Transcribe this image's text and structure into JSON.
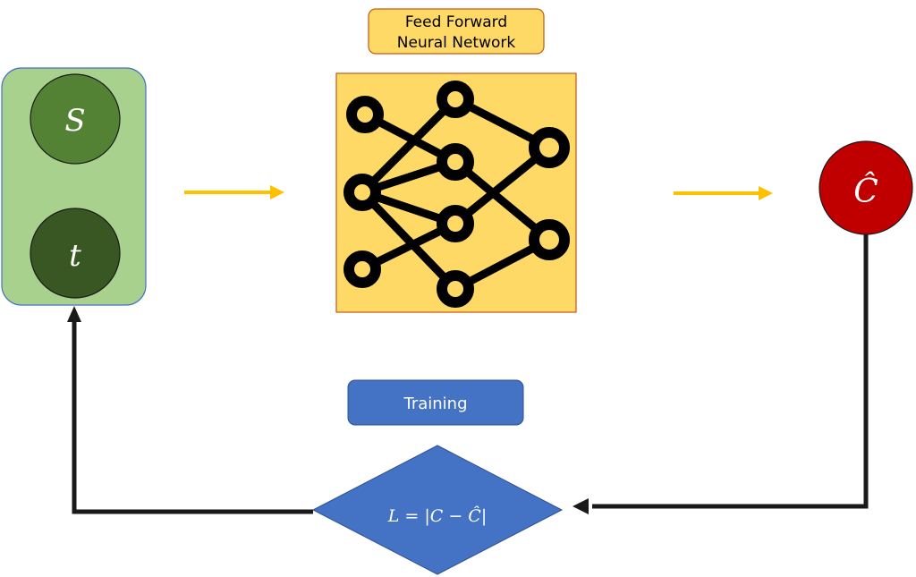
{
  "input_group": {
    "variables": [
      {
        "symbol": "S",
        "color": "#548235"
      },
      {
        "symbol": "t",
        "color": "#385723"
      }
    ],
    "background": "#a9d18e",
    "border": "#4472c4"
  },
  "network": {
    "title_line1": "Feed Forward",
    "title_line2": "Neural Network",
    "fill": "#ffd966",
    "border": "#c55a11",
    "node_color": "#000000"
  },
  "output": {
    "symbol": "Ĉ",
    "fill": "#c00000"
  },
  "training": {
    "label": "Training",
    "fill": "#4472c4"
  },
  "loss": {
    "formula": "L =  |C − Ĉ|",
    "fill": "#4472c4"
  },
  "arrows": {
    "forward_color": "#ffc000",
    "feedback_color": "#1a1a1a"
  }
}
